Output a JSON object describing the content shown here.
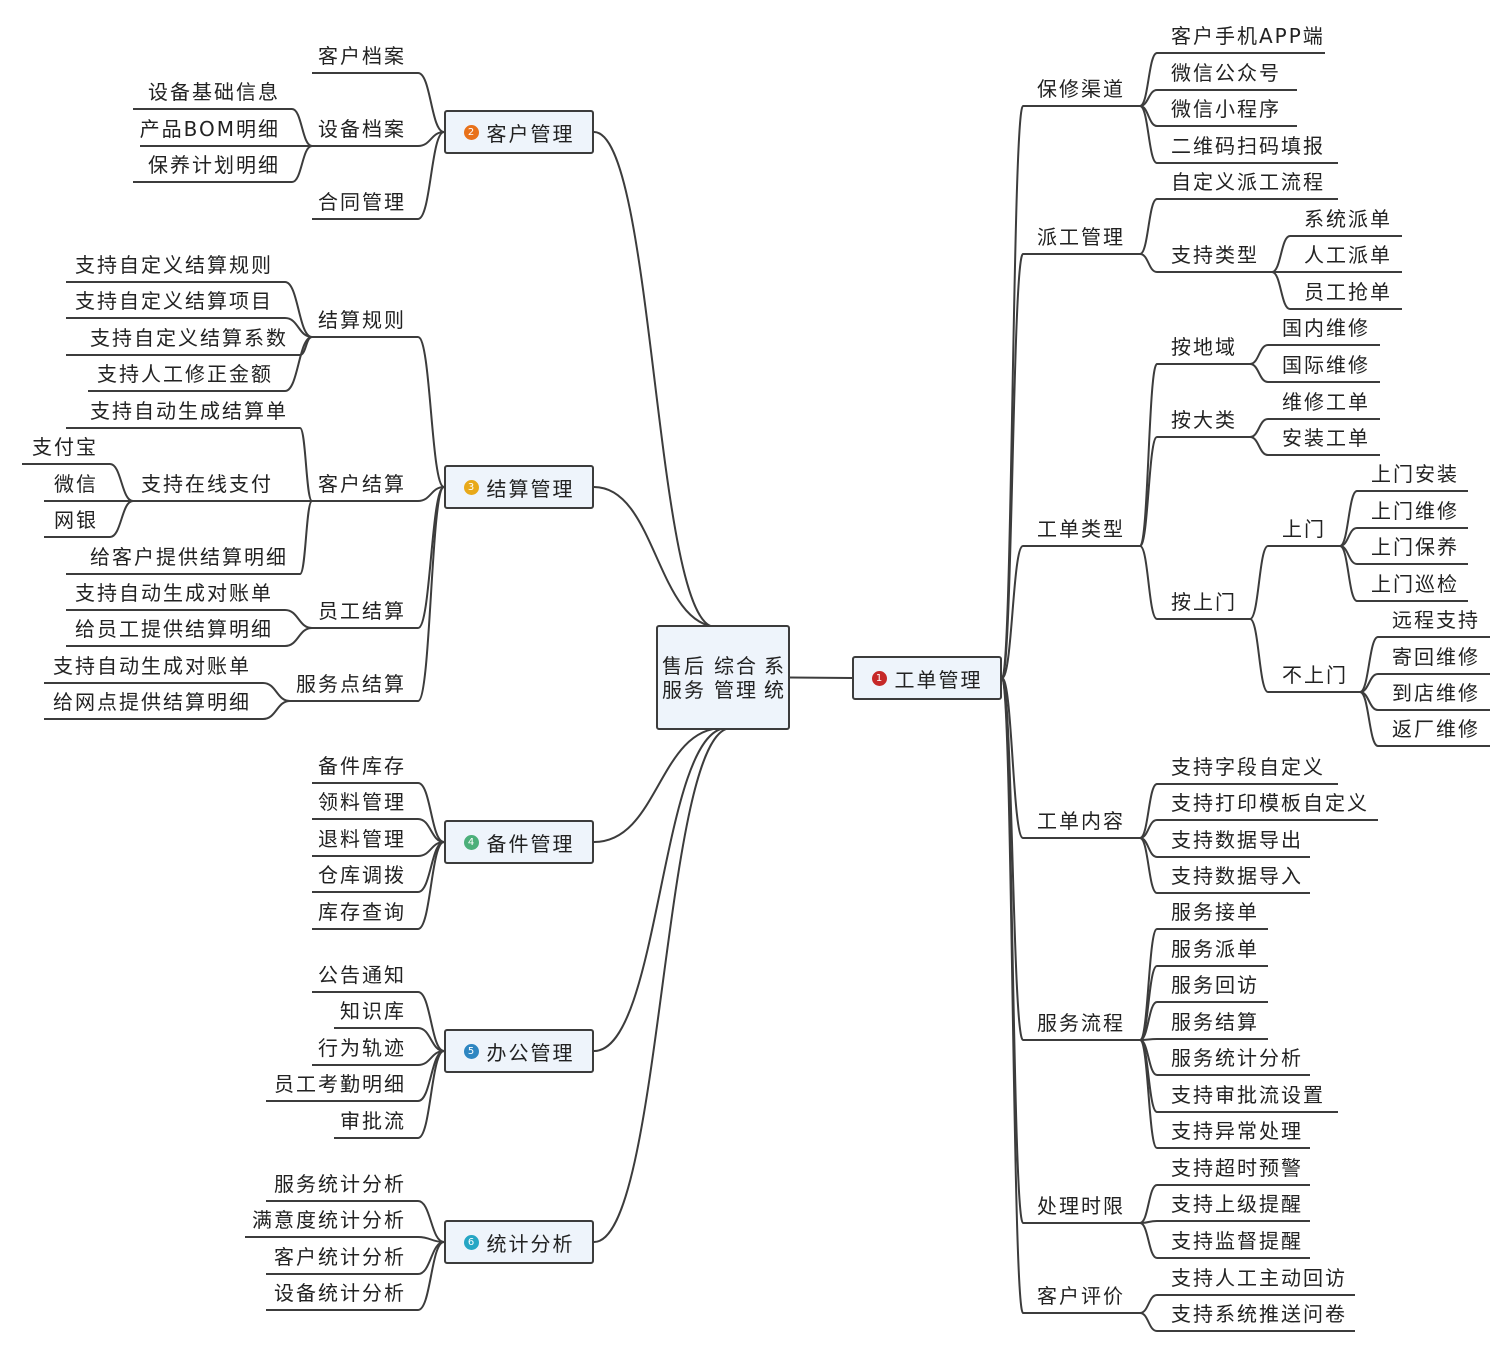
{
  "root": {
    "label": "售后服务\n综合管理\n系统"
  },
  "branches": [
    {
      "id": "gd",
      "label": "工单管理",
      "badge": "1",
      "color": "#c62828",
      "side": "right",
      "children": [
        {
          "label": "保修渠道",
          "children": [
            {
              "label": "客户手机APP端"
            },
            {
              "label": "微信公众号"
            },
            {
              "label": "微信小程序"
            },
            {
              "label": "二维码扫码填报"
            }
          ]
        },
        {
          "label": "派工管理",
          "children": [
            {
              "label": "自定义派工流程"
            },
            {
              "label": "支持类型",
              "children": [
                {
                  "label": "系统派单"
                },
                {
                  "label": "人工派单"
                },
                {
                  "label": "员工抢单"
                }
              ]
            }
          ]
        },
        {
          "label": "工单类型",
          "children": [
            {
              "label": "按地域",
              "children": [
                {
                  "label": "国内维修"
                },
                {
                  "label": "国际维修"
                }
              ]
            },
            {
              "label": "按大类",
              "children": [
                {
                  "label": "维修工单"
                },
                {
                  "label": "安装工单"
                }
              ]
            },
            {
              "label": "按上门",
              "children": [
                {
                  "label": "上门",
                  "children": [
                    {
                      "label": "上门安装"
                    },
                    {
                      "label": "上门维修"
                    },
                    {
                      "label": "上门保养"
                    },
                    {
                      "label": "上门巡检"
                    }
                  ]
                },
                {
                  "label": "不上门",
                  "children": [
                    {
                      "label": "远程支持"
                    },
                    {
                      "label": "寄回维修"
                    },
                    {
                      "label": "到店维修"
                    },
                    {
                      "label": "返厂维修"
                    }
                  ]
                }
              ]
            }
          ]
        },
        {
          "label": "工单内容",
          "children": [
            {
              "label": "支持字段自定义"
            },
            {
              "label": "支持打印模板自定义"
            },
            {
              "label": "支持数据导出"
            },
            {
              "label": "支持数据导入"
            }
          ]
        },
        {
          "label": "服务流程",
          "children": [
            {
              "label": "服务接单"
            },
            {
              "label": "服务派单"
            },
            {
              "label": "服务回访"
            },
            {
              "label": "服务结算"
            },
            {
              "label": "服务统计分析"
            },
            {
              "label": "支持审批流设置"
            },
            {
              "label": "支持异常处理"
            }
          ]
        },
        {
          "label": "处理时限",
          "children": [
            {
              "label": "支持超时预警"
            },
            {
              "label": "支持上级提醒"
            },
            {
              "label": "支持监督提醒"
            }
          ]
        },
        {
          "label": "客户评价",
          "children": [
            {
              "label": "支持人工主动回访"
            },
            {
              "label": "支持系统推送问卷"
            }
          ]
        }
      ]
    },
    {
      "id": "kh",
      "label": "客户管理",
      "badge": "2",
      "color": "#e8711a",
      "side": "left",
      "children": [
        {
          "label": "客户档案"
        },
        {
          "label": "设备档案",
          "children": [
            {
              "label": "设备基础信息"
            },
            {
              "label": "产品BOM明细"
            },
            {
              "label": "保养计划明细"
            }
          ]
        },
        {
          "label": "合同管理"
        }
      ]
    },
    {
      "id": "js",
      "label": "结算管理",
      "badge": "3",
      "color": "#e8a91a",
      "side": "left",
      "children": [
        {
          "label": "结算规则",
          "children": [
            {
              "label": "支持自定义结算规则"
            },
            {
              "label": "支持自定义结算项目"
            },
            {
              "label": "支持自定义结算系数"
            },
            {
              "label": "支持人工修正金额"
            }
          ]
        },
        {
          "label": "客户结算",
          "children": [
            {
              "label": "支持自动生成结算单"
            },
            {
              "label": "支持在线支付",
              "children": [
                {
                  "label": "支付宝"
                },
                {
                  "label": "微信"
                },
                {
                  "label": "网银"
                }
              ]
            },
            {
              "label": "给客户提供结算明细"
            }
          ]
        },
        {
          "label": "员工结算",
          "children": [
            {
              "label": "支持自动生成对账单"
            },
            {
              "label": "给员工提供结算明细"
            }
          ]
        },
        {
          "label": "服务点结算",
          "children": [
            {
              "label": "支持自动生成对账单"
            },
            {
              "label": "给网点提供结算明细"
            }
          ]
        }
      ]
    },
    {
      "id": "bj",
      "label": "备件管理",
      "badge": "4",
      "color": "#4caf7a",
      "side": "left",
      "children": [
        {
          "label": "备件库存"
        },
        {
          "label": "领料管理"
        },
        {
          "label": "退料管理"
        },
        {
          "label": "仓库调拨"
        },
        {
          "label": "库存查询"
        }
      ]
    },
    {
      "id": "bg",
      "label": "办公管理",
      "badge": "5",
      "color": "#2e86c1",
      "side": "left",
      "children": [
        {
          "label": "公告通知"
        },
        {
          "label": "知识库"
        },
        {
          "label": "行为轨迹"
        },
        {
          "label": "员工考勤明细"
        },
        {
          "label": "审批流"
        }
      ]
    },
    {
      "id": "tj",
      "label": "统计分析",
      "badge": "6",
      "color": "#26a6c4",
      "side": "left",
      "children": [
        {
          "label": "服务统计分析"
        },
        {
          "label": "满意度统计分析"
        },
        {
          "label": "客户统计分析"
        },
        {
          "label": "设备统计分析"
        }
      ]
    }
  ]
}
